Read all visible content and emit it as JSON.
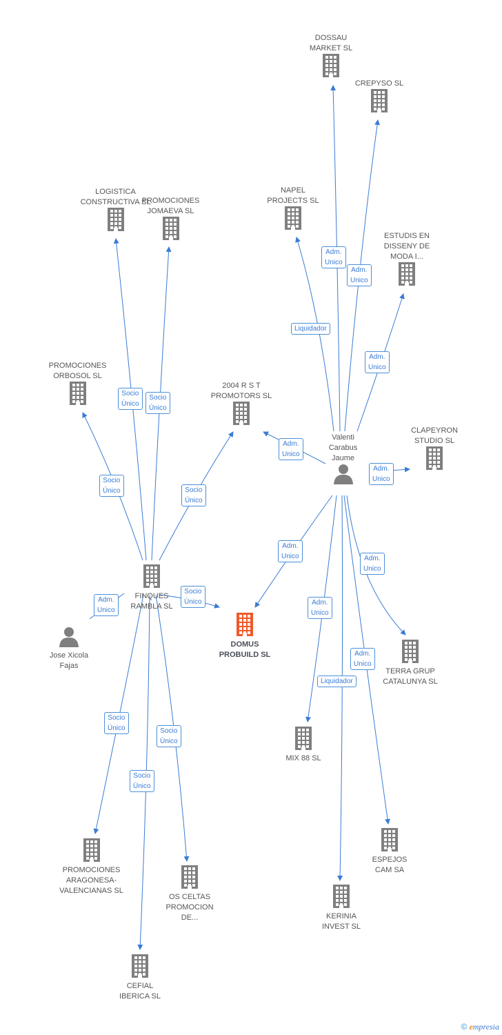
{
  "colors": {
    "edge": "#3a7bd5",
    "building": "#7f7f7f",
    "focus": "#f0592a",
    "person": "#7f7f7f"
  },
  "nodes": {
    "dossau": {
      "label": "DOSSAU\nMARKET SL",
      "icon": "building-icon"
    },
    "crepyso": {
      "label": "CREPYSO SL",
      "icon": "building-icon"
    },
    "napel": {
      "label": "NAPEL\nPROJECTS SL",
      "icon": "building-icon"
    },
    "estudis": {
      "label": "ESTUDIS EN\nDISSENY DE\nMODA I...",
      "icon": "building-icon"
    },
    "logistica": {
      "label": "LOGISTICA\nCONSTRUCTIVA SL",
      "icon": "building-icon"
    },
    "jomaeva": {
      "label": "PROMOCIONES\nJOMAEVA SL",
      "icon": "building-icon"
    },
    "orbosol": {
      "label": "PROMOCIONES\nORBOSOL SL",
      "icon": "building-icon"
    },
    "rst": {
      "label": "2004 R S T\nPROMOTORS SL",
      "icon": "building-icon"
    },
    "valenti": {
      "label": "Valenti\nCarabus\nJaume",
      "icon": "person-icon"
    },
    "clapeyron": {
      "label": "CLAPEYRON\nSTUDIO SL",
      "icon": "building-icon"
    },
    "finques": {
      "label": "FINQUES\nRAMBLA SL",
      "icon": "building-icon"
    },
    "domus": {
      "label": "DOMUS\nPROBUILD SL",
      "icon": "building-icon"
    },
    "xicola": {
      "label": "Jose Xicola\nFajas",
      "icon": "person-icon"
    },
    "terra": {
      "label": "TERRA GRUP\nCATALUNYA SL",
      "icon": "building-icon"
    },
    "mix88": {
      "label": "MIX 88 SL",
      "icon": "building-icon"
    },
    "espejos": {
      "label": "ESPEJOS\nCAM SA",
      "icon": "building-icon"
    },
    "kerinia": {
      "label": "KERINIA\nINVEST SL",
      "icon": "building-icon"
    },
    "aragonesa": {
      "label": "PROMOCIONES\nARAGONESA-\nVALENCIANAS SL",
      "icon": "building-icon"
    },
    "celtas": {
      "label": "OS CELTAS\nPROMOCION\nDE...",
      "icon": "building-icon"
    },
    "cefial": {
      "label": "CEFIAL\nIBERICA SL",
      "icon": "building-icon"
    }
  },
  "relations": {
    "r_dossau": "Adm.\nUnico",
    "r_crepyso": "Adm.\nUnico",
    "r_napel": "Liquidador",
    "r_estudis": "Adm.\nUnico",
    "r_rst": "Adm.\nUnico",
    "r_clapeyron": "Adm.\nUnico",
    "r_domus_v": "Adm.\nUnico",
    "r_terra": "Adm.\nUnico",
    "r_mix88": "Adm.\nUnico",
    "r_espejos": "Adm.\nUnico",
    "r_kerinia": "Liquidador",
    "r_logistica": "Socio\nÚnico",
    "r_jomaeva": "Socio\nÚnico",
    "r_orbosol": "Socio\nÚnico",
    "r_rst_f": "Socio\nÚnico",
    "r_domus_f": "Socio\nÚnico",
    "r_xicola": "Adm.\nUnico",
    "r_aragonesa": "Socio\nÚnico",
    "r_celtas": "Socio\nÚnico",
    "r_cefial": "Socio\nÚnico"
  },
  "footer": {
    "copyright": "©",
    "brand_first": "e",
    "brand_rest": "mpresia"
  }
}
